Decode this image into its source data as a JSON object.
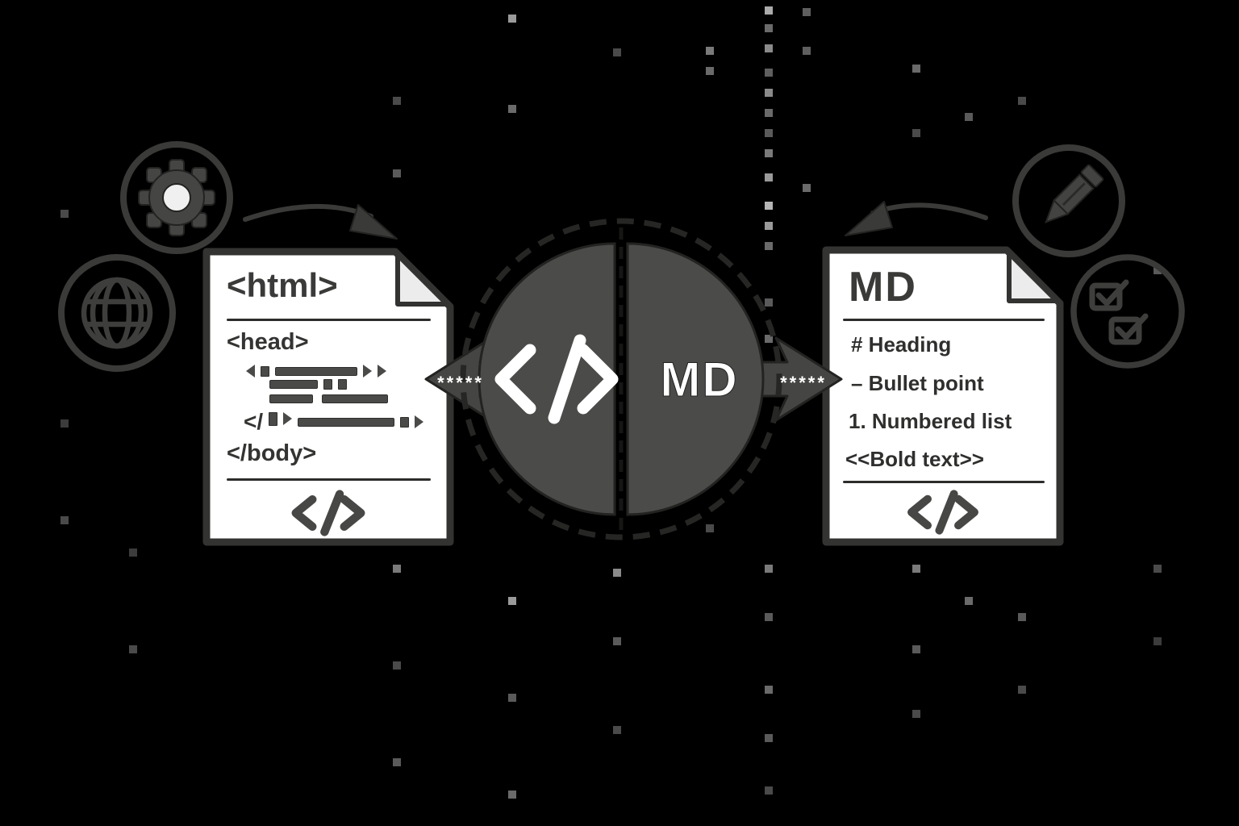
{
  "html_document": {
    "title": "<html>",
    "head_line": "<head>",
    "close_fragment": "</",
    "body_line": "</body>",
    "footer_symbol": "</>"
  },
  "md_document": {
    "title": "MD",
    "lines": [
      "# Heading",
      "– Bullet point",
      "1. Numbered list",
      "<<Bold text>>"
    ],
    "footer_symbol": "</>"
  },
  "converter": {
    "code_symbol": "</>",
    "md_label": "MD",
    "left_stars": "*****",
    "right_stars": "*****"
  },
  "colors": {
    "background": "#000000",
    "ink": "#3a3a38",
    "outline": "#232321",
    "paper": "#ffffff",
    "fold": "#ececec",
    "disc": "#4b4b49",
    "symbol_white": "#ffffff"
  }
}
